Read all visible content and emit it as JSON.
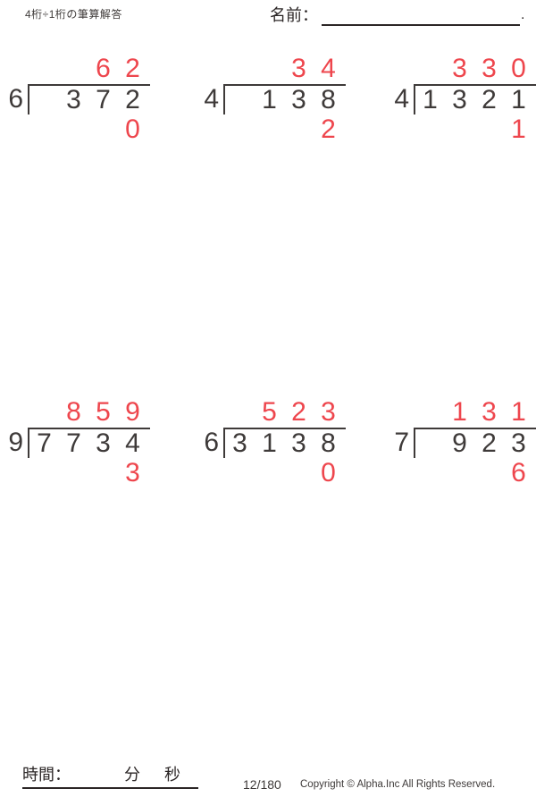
{
  "header": {
    "title": "4桁÷1桁の筆算解答",
    "name_label": "名前：",
    "name_line_end": "."
  },
  "problems": [
    {
      "divisor": "6",
      "quotient": [
        "",
        "",
        "6",
        "2"
      ],
      "dividend": [
        "",
        "3",
        "7",
        "2"
      ],
      "remainder": "0"
    },
    {
      "divisor": "4",
      "quotient": [
        "",
        "",
        "3",
        "4"
      ],
      "dividend": [
        "",
        "1",
        "3",
        "8"
      ],
      "remainder": "2"
    },
    {
      "divisor": "4",
      "quotient": [
        "",
        "3",
        "3",
        "0"
      ],
      "dividend": [
        "1",
        "3",
        "2",
        "1"
      ],
      "remainder": "1"
    },
    {
      "divisor": "9",
      "quotient": [
        "",
        "8",
        "5",
        "9"
      ],
      "dividend": [
        "7",
        "7",
        "3",
        "4"
      ],
      "remainder": "3"
    },
    {
      "divisor": "6",
      "quotient": [
        "",
        "5",
        "2",
        "3"
      ],
      "dividend": [
        "3",
        "1",
        "3",
        "8"
      ],
      "remainder": "0"
    },
    {
      "divisor": "7",
      "quotient": [
        "",
        "1",
        "3",
        "1"
      ],
      "dividend": [
        "",
        "9",
        "2",
        "3"
      ],
      "remainder": "6"
    }
  ],
  "footer": {
    "time_label": "時間：",
    "minutes_label": "分",
    "seconds_label": "秒",
    "page_number": "12/180",
    "copyright": "Copyright © Alpha.Inc All Rights Reserved."
  },
  "colors": {
    "ink": "#3e3a39",
    "answer_red": "#ee464d",
    "rule_line": "#2b2626"
  }
}
